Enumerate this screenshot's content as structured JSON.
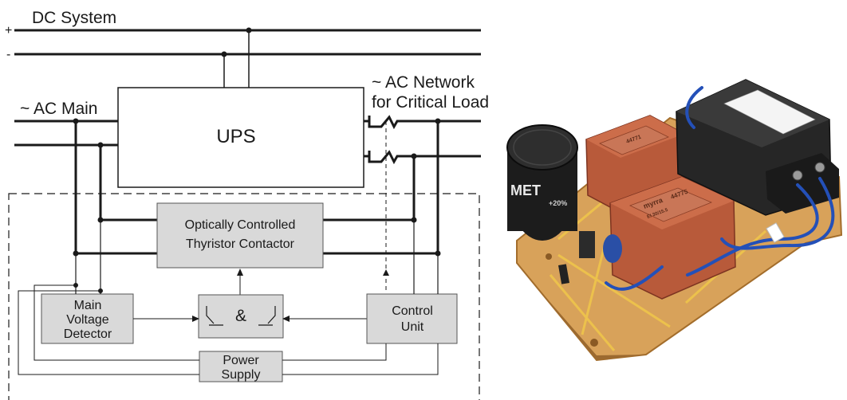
{
  "labels": {
    "dc_system": "DC System",
    "plus": "+",
    "minus": "-",
    "ac_main": "~ AC Main",
    "ac_network_1": "~ AC Network",
    "ac_network_2": "for Critical Load",
    "ups": "UPS",
    "contactor_1": "Optically Controlled",
    "contactor_2": "Thyristor Contactor",
    "mvd_1": "Main",
    "mvd_2": "Voltage",
    "mvd_3": "Detector",
    "and_gate": "&",
    "control_1": "Control",
    "control_2": "Unit",
    "power_1": "Power",
    "power_2": "Supply"
  },
  "photo": {
    "capacitor_brand": "MET",
    "capacitor_line": "+20%",
    "transformer_brand": "myrra",
    "transformer_code": "44775",
    "transformer_code_small": "44771",
    "transformer_series": "EI 30/15.5",
    "colors": {
      "board": "#d8a25a",
      "board_trace": "#f0c74a",
      "transformer": "#b85a3a",
      "capacitor": "#1c1c1c",
      "relay": "#262626",
      "wire": "#2450b8"
    }
  }
}
